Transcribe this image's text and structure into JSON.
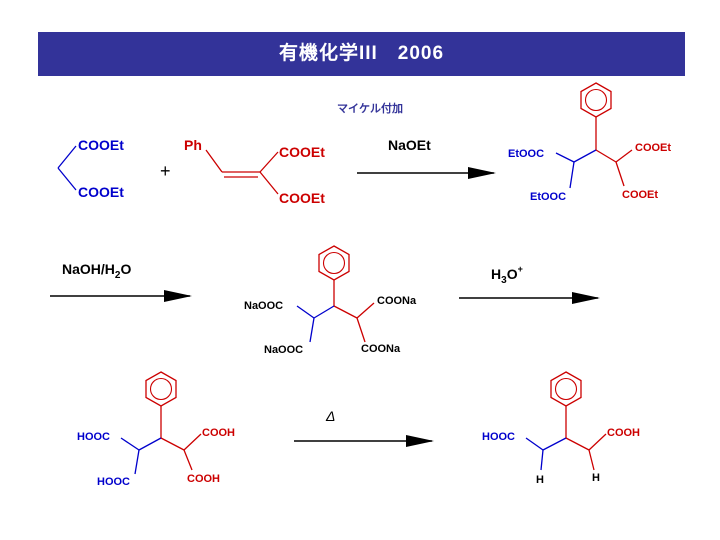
{
  "title": "有機化学III　2006",
  "reaction_name": "マイケル付加",
  "colors": {
    "blue": "#0000cc",
    "red": "#cc0000",
    "black": "#000000",
    "title_bg": "#333399"
  },
  "icons": {
    "arrow": "reaction-arrow-icon",
    "ring": "benzene-ring-icon"
  },
  "reagents": {
    "step1": "NaOEt",
    "step2": "NaOH/H2O",
    "step3": "H3O+",
    "step4": "Δ"
  },
  "plus": "+",
  "malonate": {
    "top": "COOEt",
    "bottom": "COOEt"
  },
  "alkene": {
    "ph": "Ph",
    "top": "COOEt",
    "bottom": "COOEt"
  },
  "adduct": {
    "left_top": "EtOOC",
    "left_bottom": "EtOOC",
    "right_top": "COOEt",
    "right_bottom": "COOEt"
  },
  "salt": {
    "left_top": "NaOOC",
    "left_bottom": "NaOOC",
    "right_top": "COONa",
    "right_bottom": "COONa"
  },
  "acid": {
    "left_top": "HOOC",
    "left_bottom": "HOOC",
    "right_top": "COOH",
    "right_bottom": "COOH"
  },
  "product": {
    "left": "HOOC",
    "right": "COOH",
    "h_left": "H",
    "h_right": "H"
  }
}
